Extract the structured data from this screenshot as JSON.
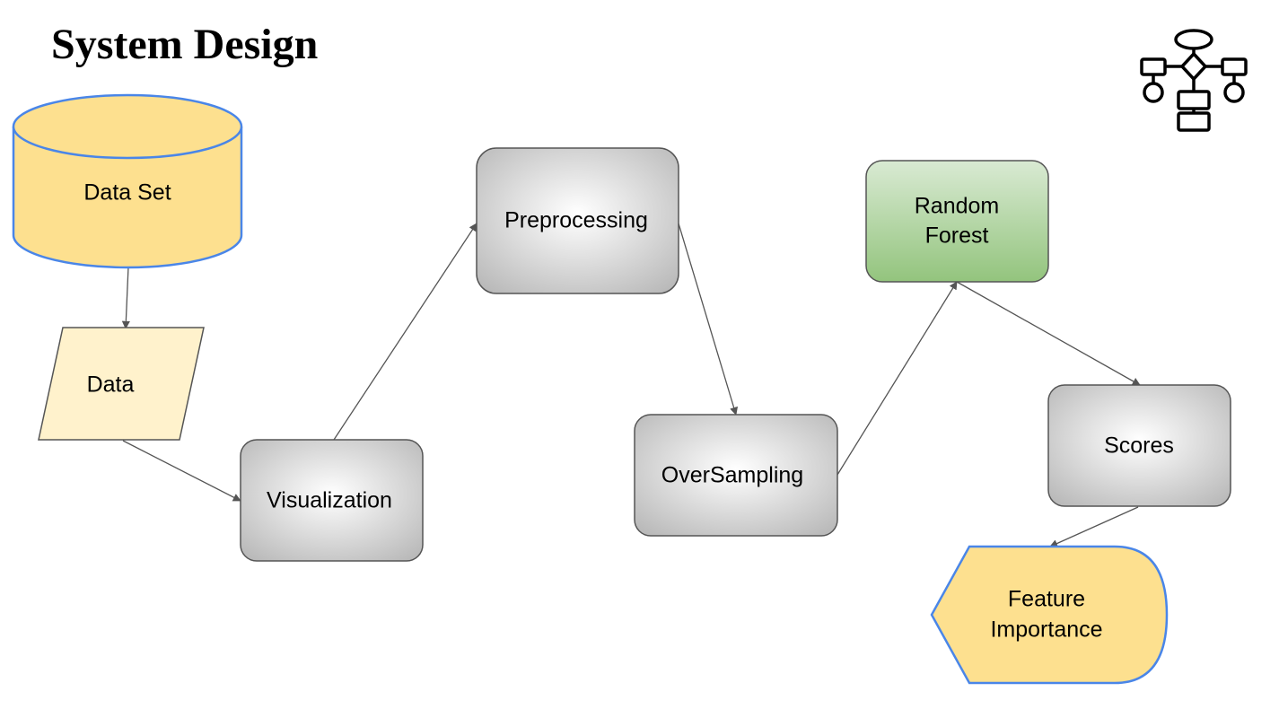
{
  "title": "System Design",
  "nodes": {
    "dataset": "Data Set",
    "data": "Data",
    "visualization": "Visualization",
    "preprocessing": "Preprocessing",
    "oversampling": "OverSampling",
    "random_forest": [
      "Random",
      "Forest"
    ],
    "scores": "Scores",
    "feature_importance": [
      "Feature",
      "Importance"
    ]
  },
  "edges": [
    {
      "from": "Data Set",
      "to": "Data"
    },
    {
      "from": "Data",
      "to": "Visualization"
    },
    {
      "from": "Visualization",
      "to": "Preprocessing"
    },
    {
      "from": "Preprocessing",
      "to": "OverSampling"
    },
    {
      "from": "OverSampling",
      "to": "Random Forest"
    },
    {
      "from": "Random Forest",
      "to": "Scores"
    },
    {
      "from": "Scores",
      "to": "Feature Importance"
    }
  ],
  "icons": {
    "corner": "flowchart-icon"
  },
  "colors": {
    "dataset_fill": "#fde08f",
    "dataset_stroke": "#4a86e8",
    "data_fill": "#fff2cc",
    "process_stroke": "#555555",
    "forest_fill": "#93c47d",
    "feature_fill": "#fde08f",
    "feature_stroke": "#4a86e8"
  }
}
